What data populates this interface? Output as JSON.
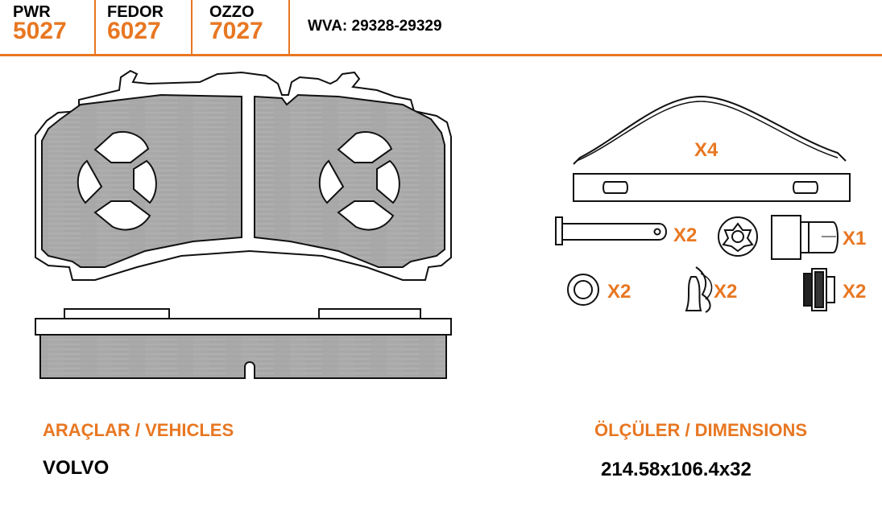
{
  "brands": [
    {
      "name": "PWR",
      "code": "5027"
    },
    {
      "name": "FEDOR",
      "code": "6027"
    },
    {
      "name": "OZZO",
      "code": "7027"
    }
  ],
  "wva": "WVA: 29328-29329",
  "kit": {
    "spring_qty": "X4",
    "pin_qty": "X2",
    "screw_qty": "X1",
    "washer_qty": "X2",
    "clip_qty": "X2",
    "bushing_qty": "X2"
  },
  "vehicles": {
    "label": "ARAÇLAR / VEHICLES",
    "value": "VOLVO"
  },
  "dimensions": {
    "label": "ÖLÇÜLER / DIMENSIONS",
    "value": "214.58x106.4x32"
  },
  "colors": {
    "accent": "#E87722",
    "pad": "#A9A9A9"
  }
}
